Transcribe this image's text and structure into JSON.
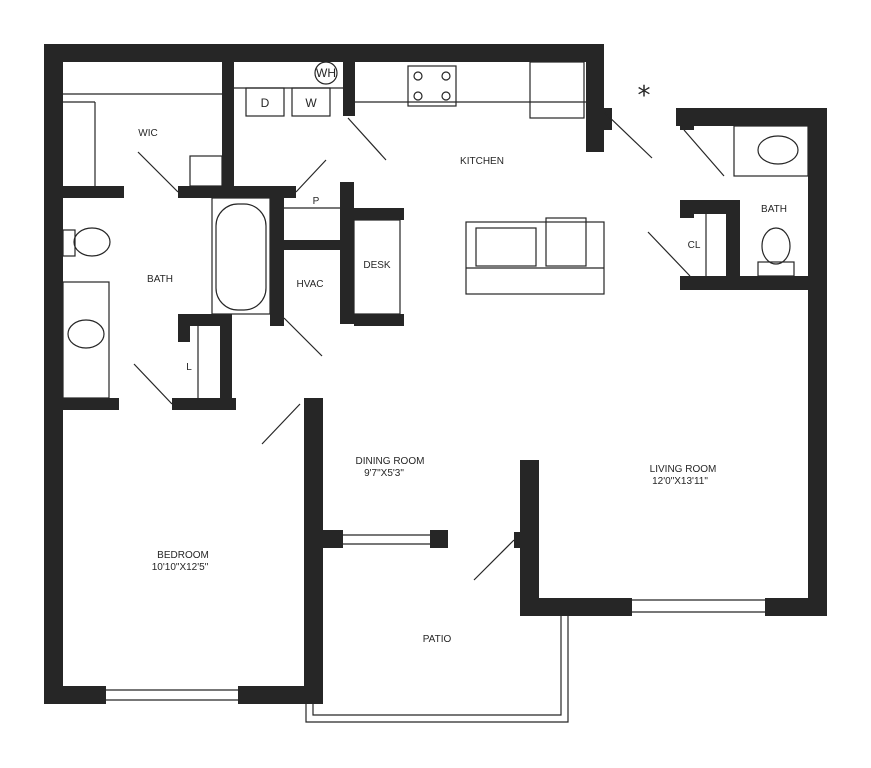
{
  "rooms": {
    "kitchen": "KITCHEN",
    "wic": "WIC",
    "bath_left": "BATH",
    "bath_right": "BATH",
    "hvac": "HVAC",
    "desk": "DESK",
    "pantry": "P",
    "closet": "CL",
    "linen": "L",
    "dining_name": "DINING ROOM",
    "dining_dim": "9'7\"X5'3\"",
    "living_name": "LIVING ROOM",
    "living_dim": "12'0\"X13'11\"",
    "bedroom_name": "BEDROOM",
    "bedroom_dim": "10'10\"X12'5\"",
    "patio": "PATIO"
  },
  "appliances": {
    "water_heater": "WH",
    "dryer": "D",
    "washer": "W"
  },
  "marker": "*"
}
